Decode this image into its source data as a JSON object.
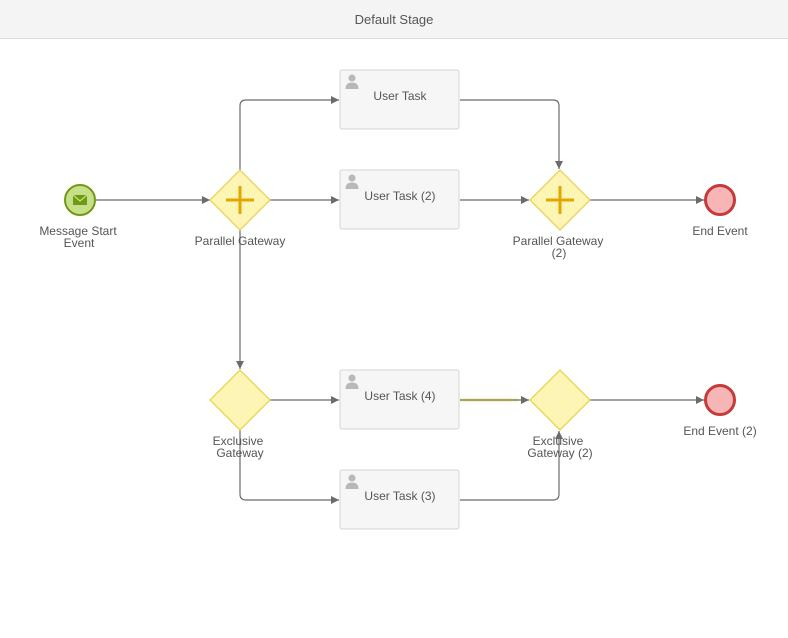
{
  "header": {
    "title": "Default Stage"
  },
  "colors": {
    "start_fill": "#c6e08a",
    "start_stroke": "#6f9a12",
    "start_icon": "#6f9a12",
    "end_fill": "#f7b5b5",
    "end_stroke": "#c43b3b",
    "gateway_fill": "#fdf5b4",
    "gateway_stroke": "#e6cf4d",
    "gateway_marker": "#e2a800",
    "task_fill": "#f6f6f6",
    "task_stroke": "#d4d4d4",
    "flow": "#6b6b6b"
  },
  "nodes": {
    "start": {
      "type": "message-start-event",
      "icon": "envelope-icon",
      "label_lines": [
        "Message Start",
        "Event"
      ]
    },
    "pgw1": {
      "type": "parallel-gateway",
      "icon": "plus-icon",
      "label_lines": [
        "Parallel Gateway"
      ]
    },
    "pgw2": {
      "type": "parallel-gateway",
      "icon": "plus-icon",
      "label_lines": [
        "Parallel Gateway",
        "(2)"
      ]
    },
    "xgw1": {
      "type": "exclusive-gateway",
      "label_lines": [
        "Exclusive",
        "Gateway"
      ]
    },
    "xgw2": {
      "type": "exclusive-gateway",
      "label_lines": [
        "Exclusive",
        "Gateway (2)"
      ]
    },
    "task1": {
      "type": "user-task",
      "icon": "user-icon",
      "label": "User Task"
    },
    "task2": {
      "type": "user-task",
      "icon": "user-icon",
      "label": "User Task (2)"
    },
    "task4": {
      "type": "user-task",
      "icon": "user-icon",
      "label": "User Task (4)"
    },
    "task3": {
      "type": "user-task",
      "icon": "user-icon",
      "label": "User Task (3)"
    },
    "end1": {
      "type": "end-event",
      "label_lines": [
        "End Event"
      ]
    },
    "end2": {
      "type": "end-event",
      "label_lines": [
        "End Event (2)"
      ]
    }
  }
}
